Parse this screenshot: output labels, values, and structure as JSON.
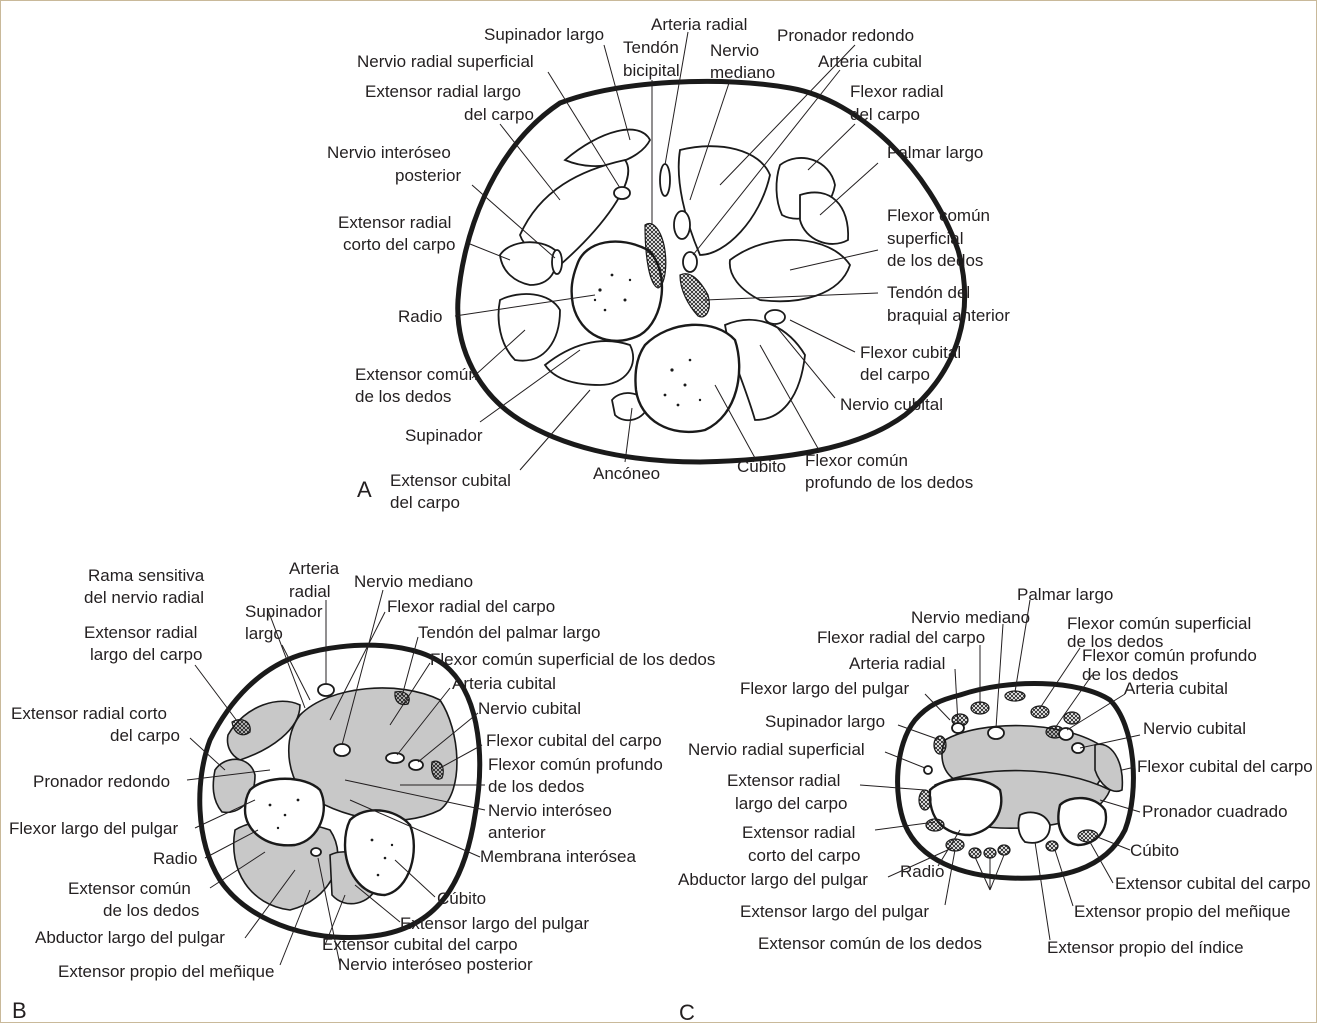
{
  "panels": {
    "a": {
      "letter": "A",
      "labels": {
        "supinador_largo": "Supinador largo",
        "arteria_radial": "Arteria radial",
        "tendon": "Tendón",
        "bicipital": "bicipital",
        "nervio": "Nervio",
        "mediano": "mediano",
        "pronador_redondo": "Pronador redondo",
        "arteria_cubital": "Arteria cubital",
        "nervio_radial_superficial": "Nervio radial superficial",
        "ext_rad_largo_1": "Extensor radial largo",
        "ext_rad_largo_2": "del carpo",
        "flexor_radial_1": "Flexor radial",
        "flexor_radial_2": "del carpo",
        "nervio_interoseo_1": "Nervio interóseo",
        "nervio_interoseo_2": "posterior",
        "palmar_largo": "Palmar largo",
        "ext_rad_corto_1": "Extensor radial",
        "ext_rad_corto_2": "corto del carpo",
        "flexor_superficial_1": "Flexor común",
        "flexor_superficial_2": "superficial",
        "flexor_superficial_3": "de los dedos",
        "radio": "Radio",
        "tendon_braquial_1": "Tendón del",
        "tendon_braquial_2": "braquial anterior",
        "ext_comun_1": "Extensor común",
        "ext_comun_2": "de los dedos",
        "flexor_cubital_1": "Flexor cubital",
        "flexor_cubital_2": "del carpo",
        "nervio_cubital": "Nervio cubital",
        "supinador": "Supinador",
        "ext_cubital_1": "Extensor cubital",
        "ext_cubital_2": "del carpo",
        "anconeo": "Ancóneo",
        "cubito": "Cúbito",
        "flexor_profundo_1": "Flexor común",
        "flexor_profundo_2": "profundo de los dedos"
      }
    },
    "b": {
      "letter": "B",
      "labels": {
        "rama_sensitiva_1": "Rama sensitiva",
        "rama_sensitiva_2": "del nervio radial",
        "arteria_1": "Arteria",
        "arteria_2": "radial",
        "nervio_mediano": "Nervio mediano",
        "supinador_1": "Supinador",
        "supinador_2": "largo",
        "flexor_radial": "Flexor radial del carpo",
        "ext_rad_largo_1": "Extensor radial",
        "ext_rad_largo_2": "largo del carpo",
        "tendon_palmar": "Tendón del palmar largo",
        "flexor_superficial": "Flexor común superficial de los dedos",
        "arteria_cubital": "Arteria cubital",
        "ext_rad_corto_1": "Extensor radial corto",
        "ext_rad_corto_2": "del carpo",
        "nervio_cubital": "Nervio cubital",
        "flexor_cubital": "Flexor cubital del carpo",
        "pronador_redondo": "Pronador redondo",
        "flexor_profundo_1": "Flexor común profundo",
        "flexor_profundo_2": "de los dedos",
        "flexor_largo_pulgar": "Flexor largo del pulgar",
        "nervio_interoseo_ant_1": "Nervio interóseo",
        "nervio_interoseo_ant_2": "anterior",
        "radio": "Radio",
        "membrana": "Membrana interósea",
        "ext_comun_1": "Extensor común",
        "ext_comun_2": "de los dedos",
        "cubito": "Cúbito",
        "abductor": "Abductor largo del pulgar",
        "ext_largo_pulgar": "Extensor largo del pulgar",
        "ext_cubital": "Extensor cubital del carpo",
        "ext_propio_menique": "Extensor propio del meñique",
        "nervio_interoseo_post": "Nervio interóseo posterior"
      }
    },
    "c": {
      "letter": "C",
      "labels": {
        "palmar_largo": "Palmar largo",
        "nervio_mediano": "Nervio mediano",
        "flexor_superficial_1": "Flexor común superficial",
        "flexor_superficial_2": "de los dedos",
        "flexor_radial": "Flexor radial del carpo",
        "flexor_profundo_1": "Flexor común profundo",
        "flexor_profundo_2": "de los dedos",
        "arteria_radial": "Arteria radial",
        "arteria_cubital": "Arteria cubital",
        "flexor_largo_pulgar": "Flexor largo del pulgar",
        "supinador_largo": "Supinador largo",
        "nervio_cubital": "Nervio cubital",
        "nervio_radial_superficial": "Nervio radial superficial",
        "flexor_cubital": "Flexor cubital del carpo",
        "ext_rad_largo_1": "Extensor radial",
        "ext_rad_largo_2": "largo del carpo",
        "pronador_cuadrado": "Pronador cuadrado",
        "ext_rad_corto_1": "Extensor radial",
        "ext_rad_corto_2": "corto del carpo",
        "cubito": "Cúbito",
        "radio": "Radio",
        "abductor": "Abductor largo del pulgar",
        "ext_cubital": "Extensor cubital del carpo",
        "ext_largo_pulgar": "Extensor largo del pulgar",
        "ext_propio_menique": "Extensor propio del meñique",
        "ext_comun": "Extensor común de los dedos",
        "ext_propio_indice": "Extensor propio del índice"
      }
    }
  },
  "colors": {
    "ink": "#231f20",
    "muscle_shade": "#c8c8c8",
    "frame": "#c9b99a"
  }
}
